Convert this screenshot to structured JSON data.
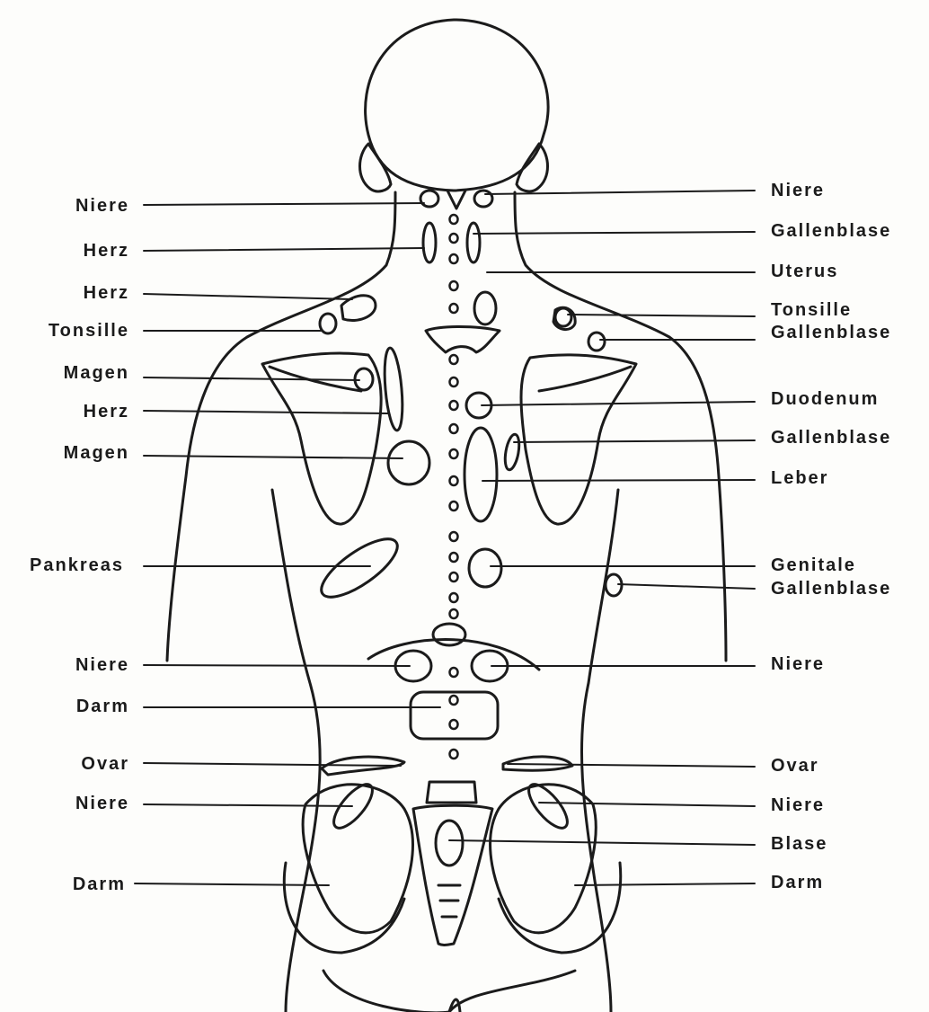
{
  "labels": {
    "left": [
      "Niere",
      "Herz",
      "Herz",
      "Tonsille",
      "Magen",
      "Herz",
      "Magen",
      "Pankreas",
      "Niere",
      "Darm",
      "Ovar",
      "Niere",
      "Darm"
    ],
    "right": [
      "Niere",
      "Gallenblase",
      "Uterus",
      "Tonsille",
      "Gallenblase",
      "Duodenum",
      "Gallenblase",
      "Leber",
      "Genitale",
      "Gallenblase",
      "Niere",
      "Ovar",
      "Niere",
      "Blase",
      "Darm"
    ]
  },
  "colors": {
    "ink": "#1b1b1b",
    "paper": "#fdfdfb"
  }
}
